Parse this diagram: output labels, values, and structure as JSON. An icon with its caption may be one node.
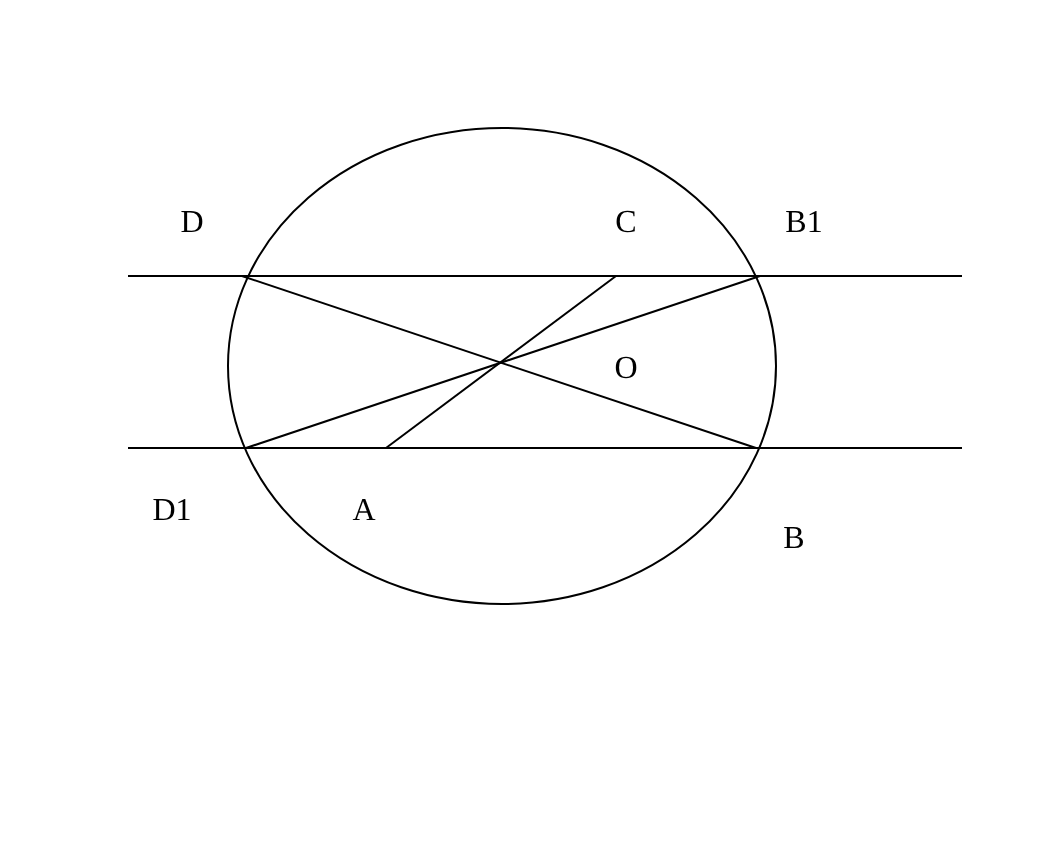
{
  "diagram": {
    "labels": [
      "D",
      "C",
      "B1",
      "O",
      "D1",
      "A",
      "B"
    ]
  }
}
